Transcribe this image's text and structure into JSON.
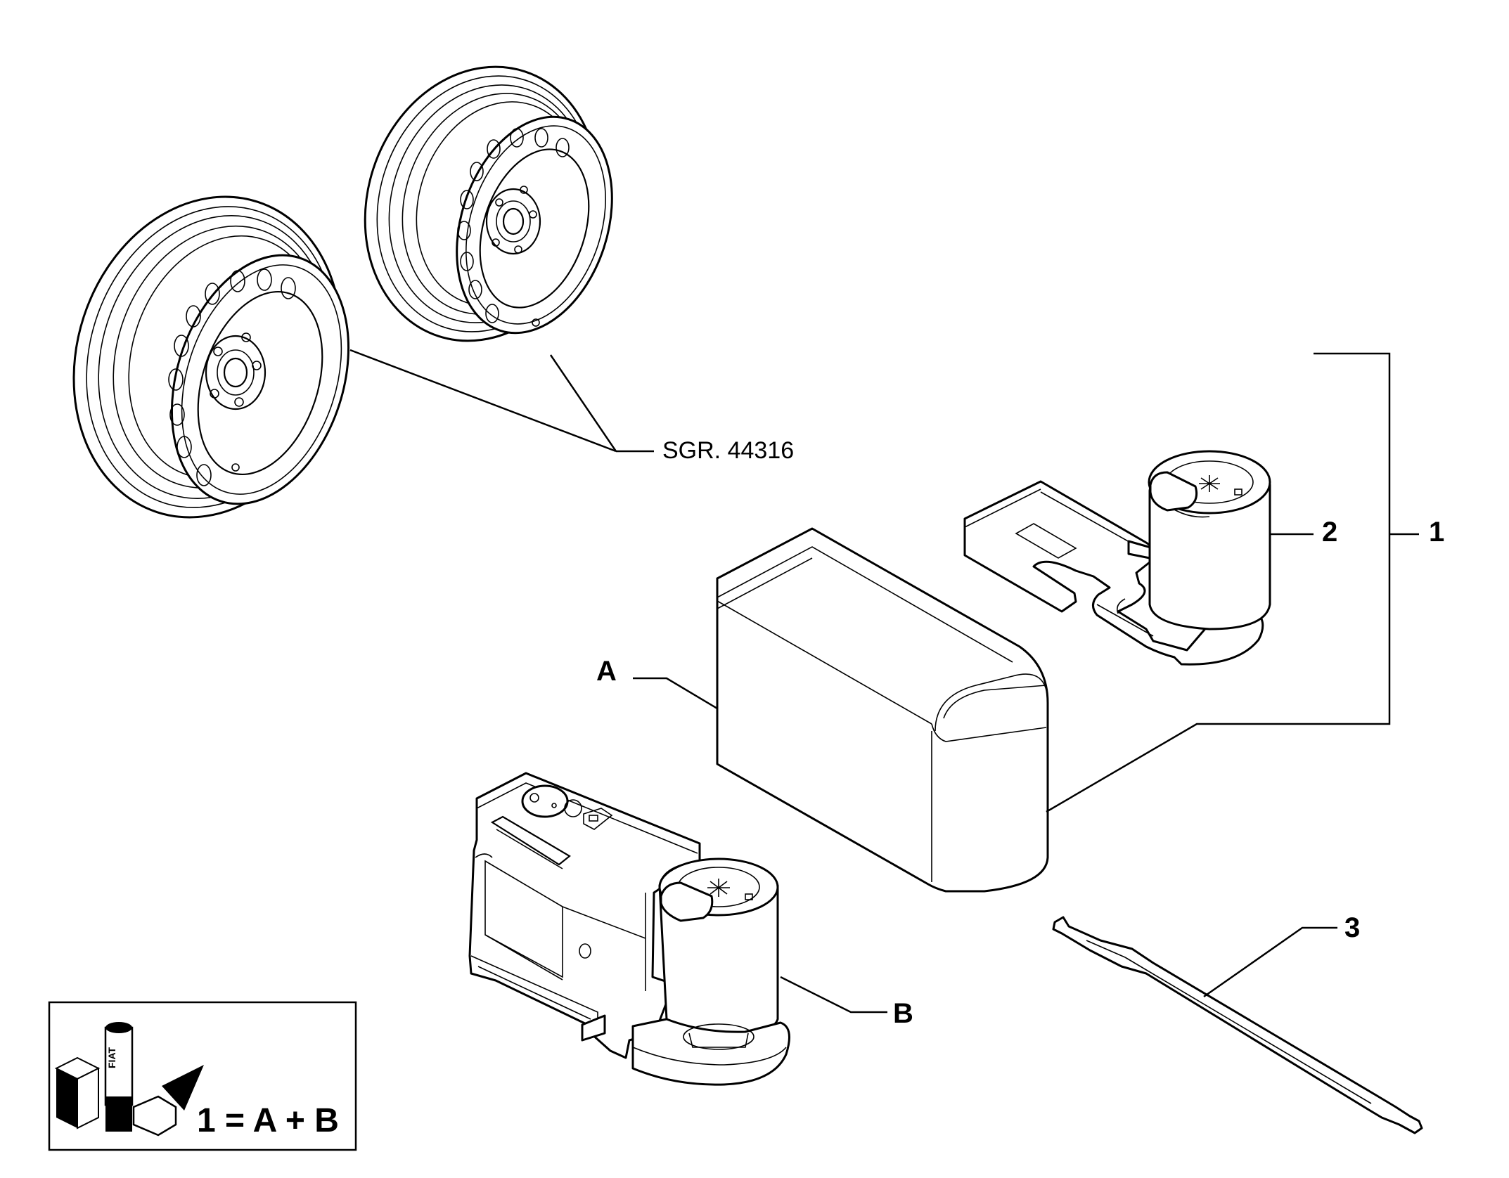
{
  "labels": {
    "wheel_ref": "SGR. 44316",
    "kit": "1",
    "compressor_cap": "2",
    "hose": "3",
    "sealant_bottle": "A",
    "compressor": "B"
  },
  "legend": {
    "formula": "1 = A + B",
    "logo_text": "FIAT"
  }
}
